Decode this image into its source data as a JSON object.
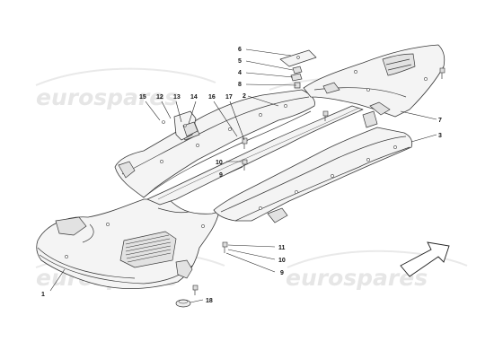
{
  "watermarks": [
    "eurospares",
    "eurospares"
  ],
  "callouts": {
    "c1": "1",
    "c2": "2",
    "c3": "3",
    "c4": "4",
    "c5": "5",
    "c6": "6",
    "c7": "7",
    "c8": "8",
    "c9a": "9",
    "c9b": "9",
    "c10a": "10",
    "c10b": "10",
    "c11": "11",
    "c12": "12",
    "c13": "13",
    "c14": "14",
    "c15": "15",
    "c16": "16",
    "c17": "17",
    "c18": "18"
  },
  "colors": {
    "line": "#3a3a3a",
    "fill": "#f4f4f4",
    "watermark": "#e6e6e6"
  }
}
